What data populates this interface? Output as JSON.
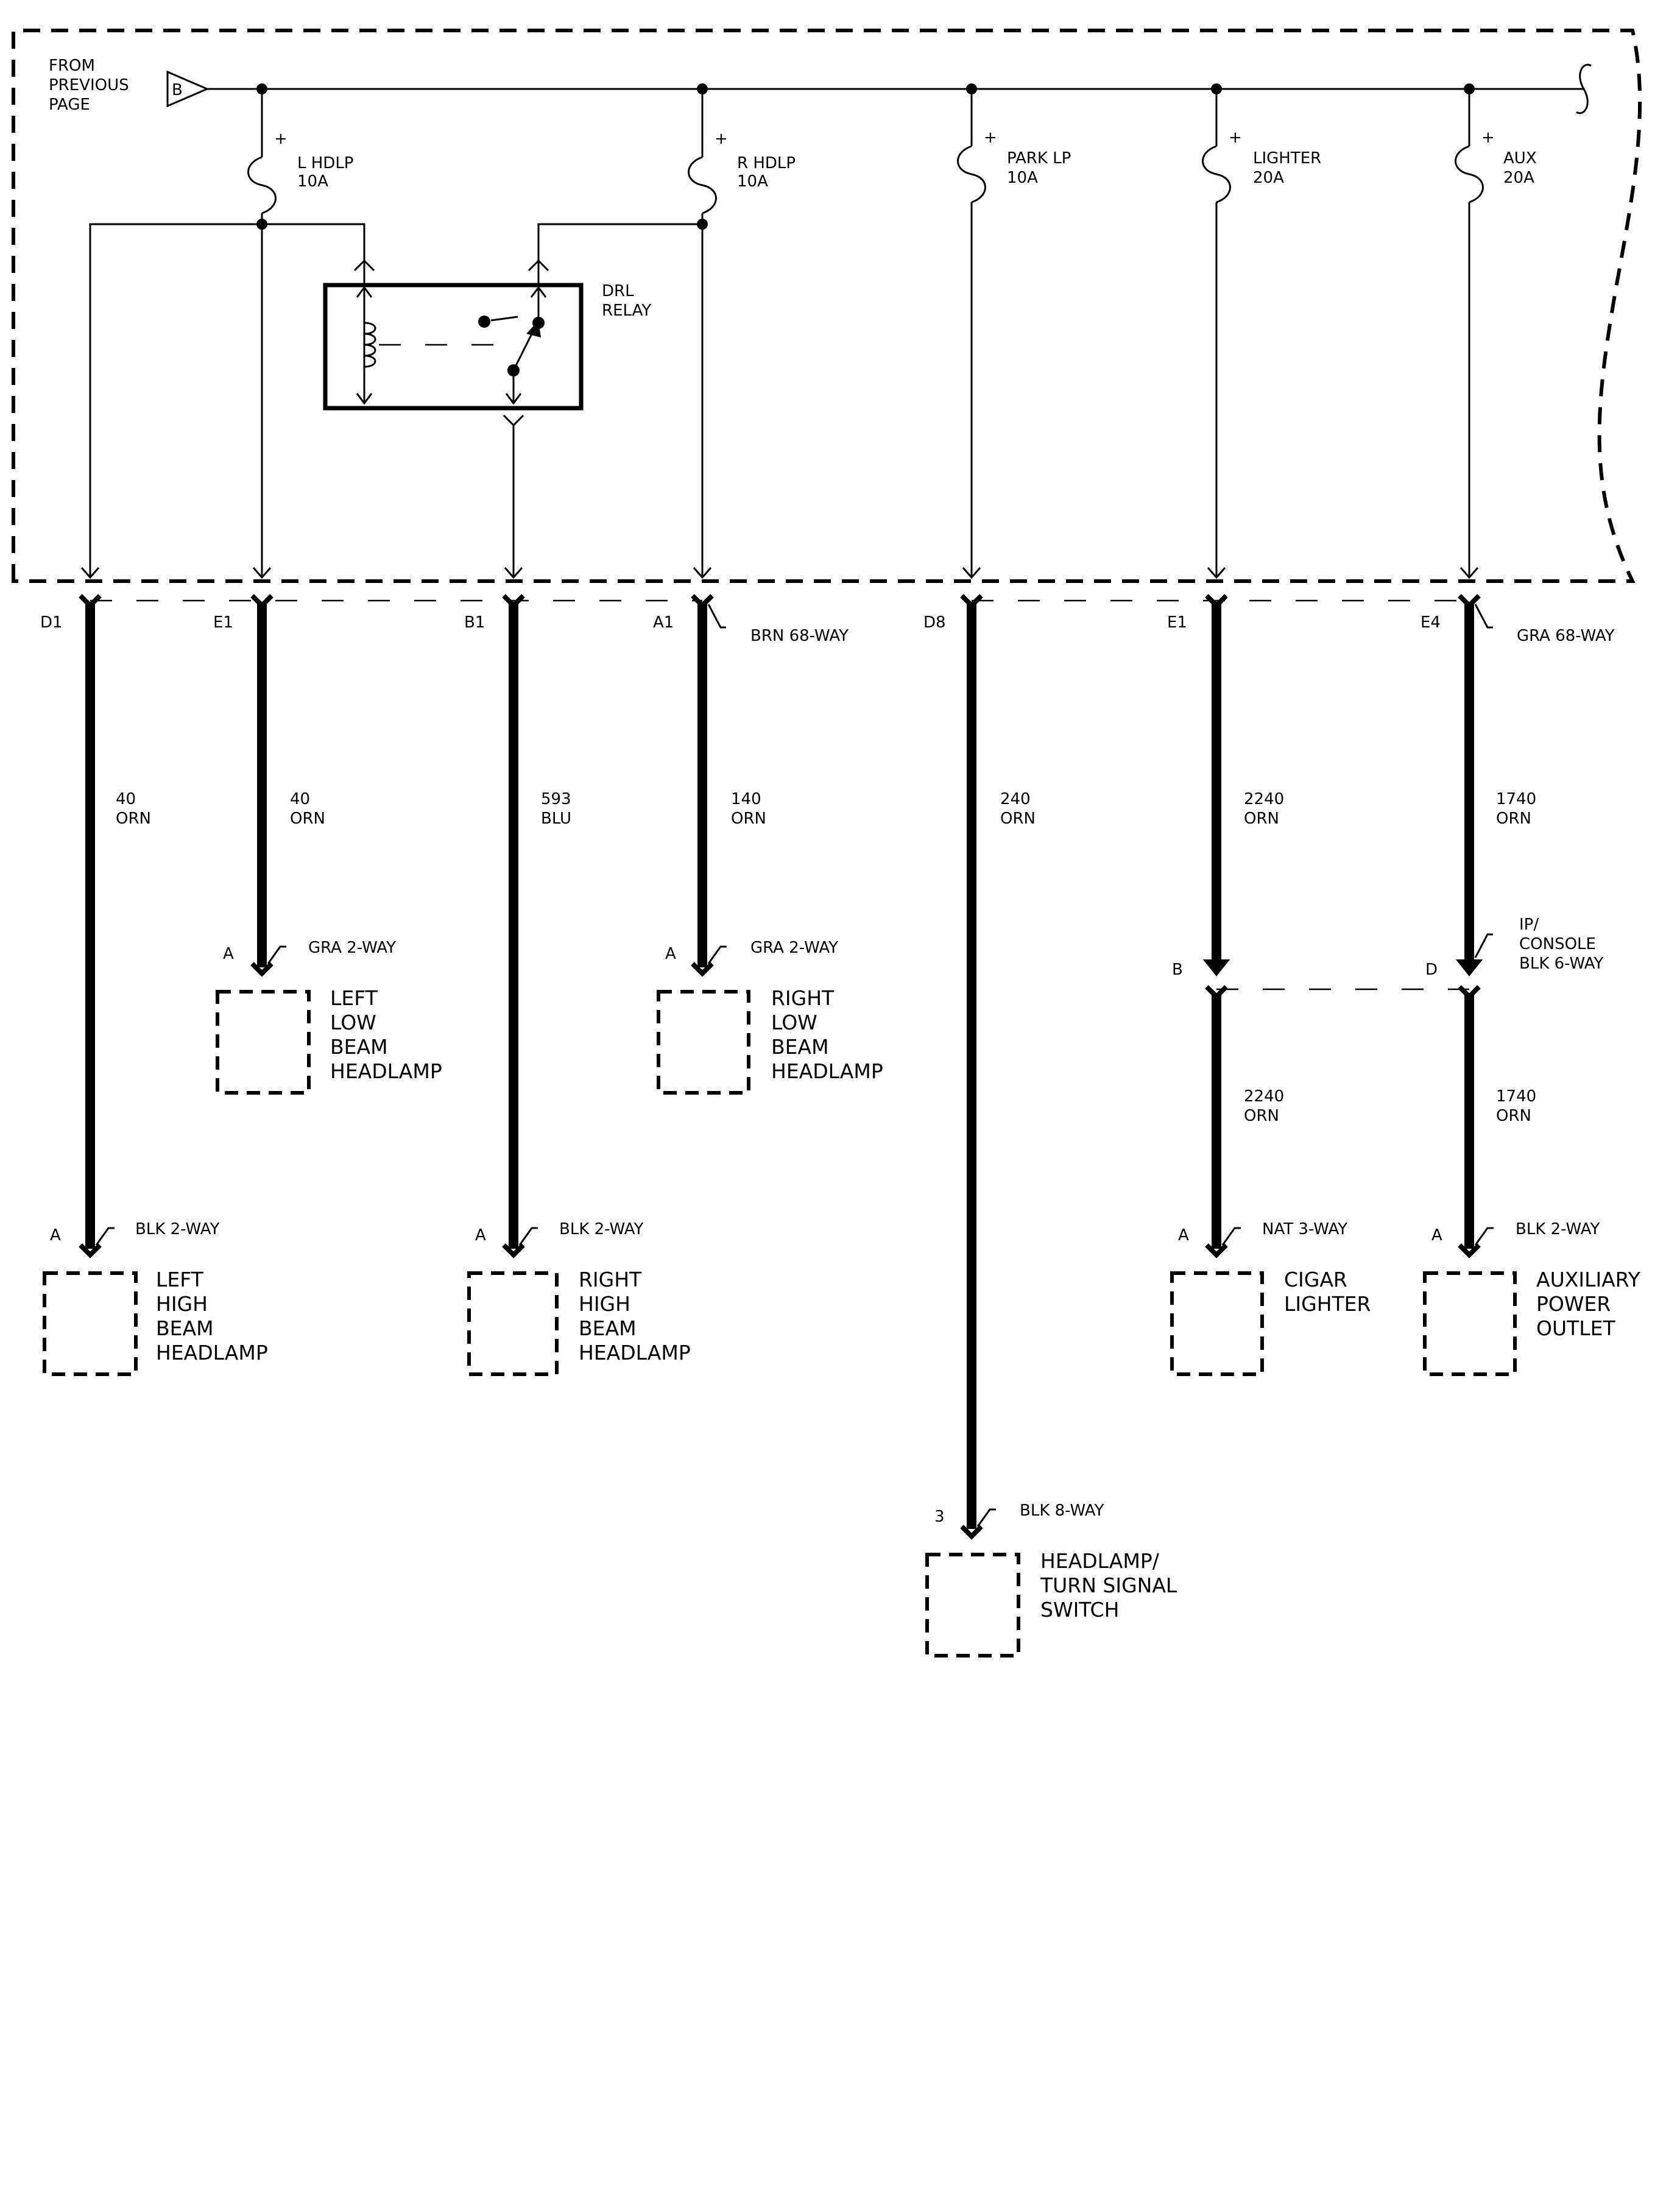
{
  "from_page": {
    "lines": [
      "FROM",
      "PREVIOUS",
      "PAGE"
    ],
    "connector": "B"
  },
  "fuses": [
    {
      "name": "L HDLP",
      "rating": "10A",
      "plus": "+"
    },
    {
      "name": "R HDLP",
      "rating": "10A",
      "plus": "+"
    },
    {
      "name": "PARK LP",
      "rating": "10A",
      "plus": "+"
    },
    {
      "name": "LIGHTER",
      "rating": "20A",
      "plus": "+"
    },
    {
      "name": "AUX",
      "rating": "20A",
      "plus": "+"
    }
  ],
  "relay": {
    "lines": [
      "DRL",
      "RELAY"
    ]
  },
  "pins": [
    "D1",
    "E1",
    "B1",
    "A1",
    "D8",
    "E1",
    "E4"
  ],
  "connectors": {
    "brn68": "BRN 68-WAY",
    "gra68": "GRA 68-WAY",
    "ip_console": [
      "IP/",
      "CONSOLE",
      "BLK 6-WAY"
    ],
    "ip_pin_b": "B",
    "ip_pin_d": "D"
  },
  "wires": [
    {
      "circuit": "40",
      "color": "ORN"
    },
    {
      "circuit": "40",
      "color": "ORN"
    },
    {
      "circuit": "593",
      "color": "BLU"
    },
    {
      "circuit": "140",
      "color": "ORN"
    },
    {
      "circuit": "240",
      "color": "ORN"
    },
    {
      "circuit": "2240",
      "color": "ORN"
    },
    {
      "circuit": "1740",
      "color": "ORN"
    },
    {
      "circuit": "2240",
      "color": "ORN"
    },
    {
      "circuit": "1740",
      "color": "ORN"
    }
  ],
  "components": [
    {
      "pin": "A",
      "connector": "BLK 2-WAY",
      "lines": [
        "LEFT",
        "HIGH",
        "BEAM",
        "HEADLAMP"
      ]
    },
    {
      "pin": "A",
      "connector": "GRA 2-WAY",
      "lines": [
        "LEFT",
        "LOW",
        "BEAM",
        "HEADLAMP"
      ]
    },
    {
      "pin": "A",
      "connector": "BLK 2-WAY",
      "lines": [
        "RIGHT",
        "HIGH",
        "BEAM",
        "HEADLAMP"
      ]
    },
    {
      "pin": "A",
      "connector": "GRA 2-WAY",
      "lines": [
        "RIGHT",
        "LOW",
        "BEAM",
        "HEADLAMP"
      ]
    },
    {
      "pin": "3",
      "connector": "BLK 8-WAY",
      "lines": [
        "HEADLAMP/",
        "TURN SIGNAL",
        "SWITCH"
      ]
    },
    {
      "pin": "A",
      "connector": "NAT 3-WAY",
      "lines": [
        "CIGAR",
        "LIGHTER"
      ]
    },
    {
      "pin": "A",
      "connector": "BLK 2-WAY",
      "lines": [
        "AUXILIARY",
        "POWER",
        "OUTLET"
      ]
    }
  ]
}
